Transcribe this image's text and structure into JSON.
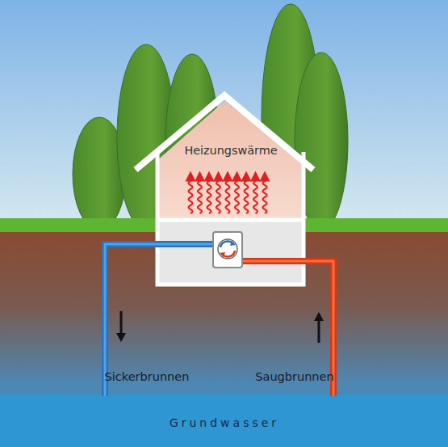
{
  "diagram": {
    "nodes": [
      {
        "text": [
          "Heizungswärme"
        ]
      }
    ],
    "labels": [
      "Sickerbrunnen",
      "Saugbrunnen",
      "Grundwasser"
    ]
  }
}
